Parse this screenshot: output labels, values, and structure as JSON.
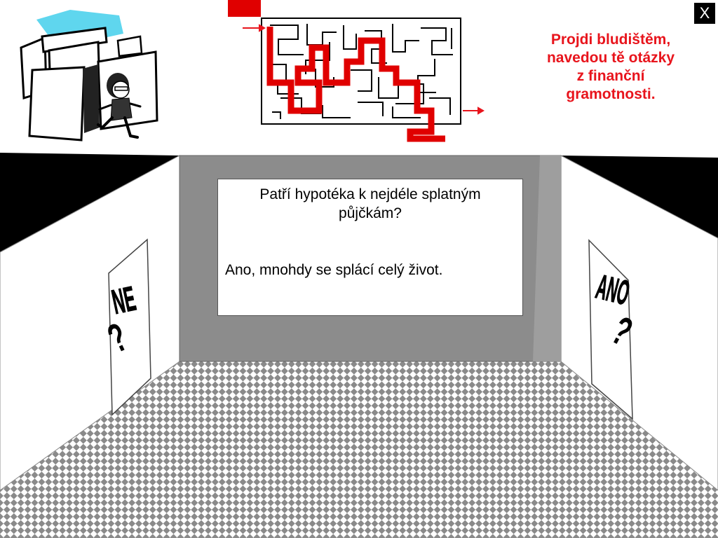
{
  "window": {
    "close_label": "X"
  },
  "instruction": {
    "line1": "Projdi bludištěm,",
    "line2": "navedou tě otázky",
    "line3": "z finanční",
    "line4": "gramotnosti."
  },
  "question": {
    "text": "Patří hypotéka k nejdéle splatným půjčkám?",
    "answer": "Ano, mnohdy se splácí celý život."
  },
  "doors": {
    "left": {
      "label": "NE",
      "mark": "?"
    },
    "right": {
      "label": "ANO",
      "mark": "?"
    }
  },
  "colors": {
    "accent": "#e8141c",
    "maze_path": "#e00000",
    "wall_grey": "#8c8c8c"
  },
  "icons": {
    "maze_illustration": "maze-illustration",
    "runner": "runner-figure"
  }
}
